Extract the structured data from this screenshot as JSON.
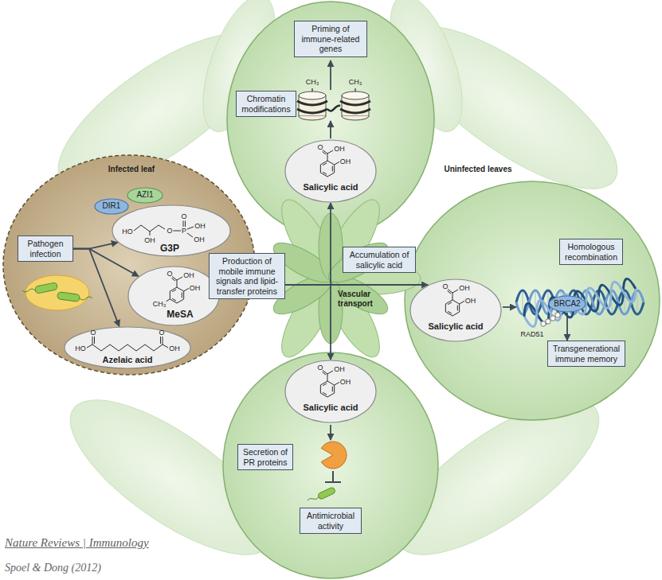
{
  "diagram": {
    "nodes": [
      {
        "text": [
          "Pathogen infection"
        ]
      },
      {
        "text": [
          "G3P"
        ]
      },
      {
        "text": [
          "DIR1"
        ]
      },
      {
        "text": [
          "AZI1"
        ]
      },
      {
        "text": [
          "MeSA"
        ]
      },
      {
        "text": [
          "Azelaic acid"
        ]
      },
      {
        "text": [
          "Production of mobile immune signals and lipid-transfer proteins"
        ]
      },
      {
        "text": [
          "Accumulation of salicylic acid"
        ]
      },
      {
        "text": [
          "Priming of immune-related genes"
        ]
      },
      {
        "text": [
          "Chromatin modifications"
        ]
      },
      {
        "text": [
          "Salicylic acid"
        ]
      },
      {
        "text": [
          "Salicylic acid"
        ]
      },
      {
        "text": [
          "Homologous recombination"
        ]
      },
      {
        "text": [
          "BRCA2"
        ]
      },
      {
        "text": [
          "Transgenerational immune memory"
        ]
      },
      {
        "text": [
          "Salicylic acid"
        ]
      },
      {
        "text": [
          "Secretion of PR proteins"
        ]
      },
      {
        "text": [
          "Antimicrobial activity"
        ]
      }
    ],
    "edges": [
      {
        "from": 0,
        "to": 1,
        "arrow": "to"
      },
      {
        "from": 0,
        "to": 4,
        "arrow": "to"
      },
      {
        "from": 0,
        "to": 5,
        "arrow": "to"
      },
      {
        "from": 6,
        "to": 10,
        "arrow": "to"
      },
      {
        "from": 6,
        "to": 11,
        "arrow": "to"
      },
      {
        "from": 6,
        "to": 15,
        "arrow": "to"
      },
      {
        "from": 13,
        "to": 14,
        "arrow": "to"
      }
    ],
    "labels": [
      "Infected leaf",
      "HO",
      "OH",
      "O",
      "P",
      "O",
      "OH",
      "OH",
      "O",
      "OH",
      "OH",
      "CH₃",
      "O",
      "HO",
      "O",
      "OH",
      "Vascular transport",
      "CH₃",
      "CH₃",
      "O",
      "OH",
      "OH",
      "Uninfected leaves",
      "O",
      "OH",
      "OH",
      "RAD51",
      "O",
      "OH",
      "OH",
      "Nature Reviews | Immunology",
      "Spoel & Dong (2012)"
    ]
  }
}
